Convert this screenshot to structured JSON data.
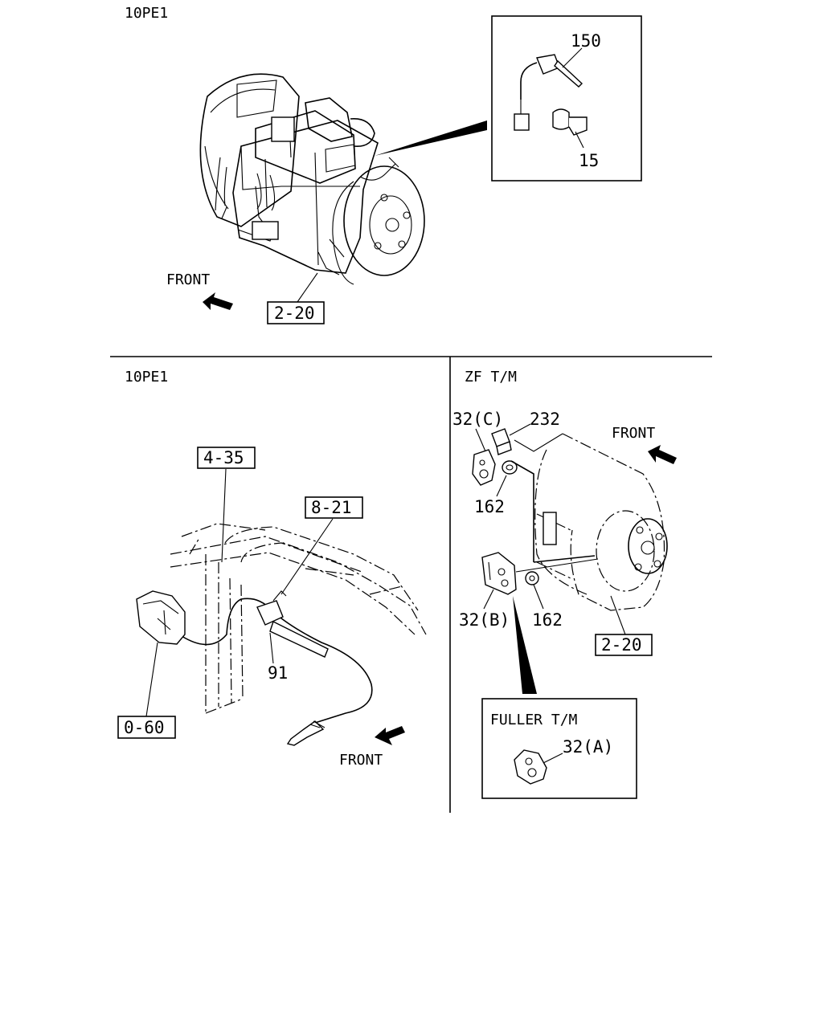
{
  "panels": {
    "top": {
      "header": "10PE1",
      "callout_150": "150",
      "callout_15": "15",
      "ref_box": "2-20",
      "front_label": "FRONT"
    },
    "bottom_left": {
      "header": "10PE1",
      "ref_4_35": "4-35",
      "ref_8_21": "8-21",
      "callout_91": "91",
      "ref_0_60": "0-60",
      "front_label": "FRONT"
    },
    "bottom_right": {
      "header": "ZF T/M",
      "callout_32c": "32(C)",
      "callout_232": "232",
      "callout_162_upper": "162",
      "callout_32b": "32(B)",
      "callout_162_lower": "162",
      "ref_box": "2-20",
      "front_label": "FRONT",
      "inset": {
        "title": "FULLER T/M",
        "callout_32a": "32(A)"
      }
    }
  }
}
